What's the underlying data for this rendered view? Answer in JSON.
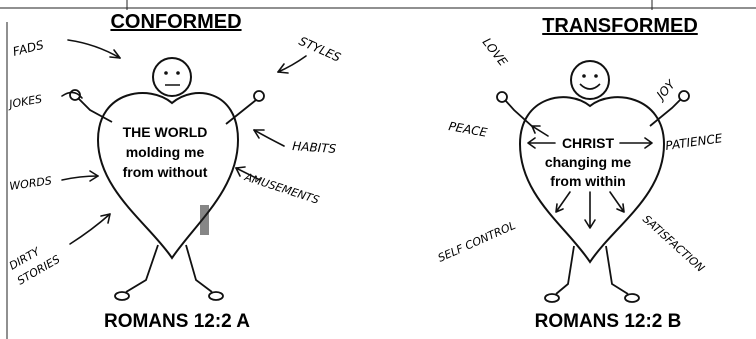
{
  "left_panel": {
    "title": "CONFORMED",
    "heart_text": [
      "THE WORLD",
      "molding me",
      "from without"
    ],
    "influences": [
      "FADS",
      "STYLES",
      "JOKES",
      "HABITS",
      "WORDS",
      "AMUSEMENTS",
      "DIRTY",
      "STORIES"
    ],
    "caption": "ROMANS 12:2 A"
  },
  "right_panel": {
    "title": "TRANSFORMED",
    "heart_text": [
      "CHRIST",
      "changing me",
      "from within"
    ],
    "fruits": [
      "LOVE",
      "JOY",
      "PEACE",
      "PATIENCE",
      "SELF CONTROL",
      "SATISFACTION"
    ],
    "caption": "ROMANS 12:2 B"
  },
  "colors": {
    "ink": "#111111",
    "background": "#ffffff"
  }
}
